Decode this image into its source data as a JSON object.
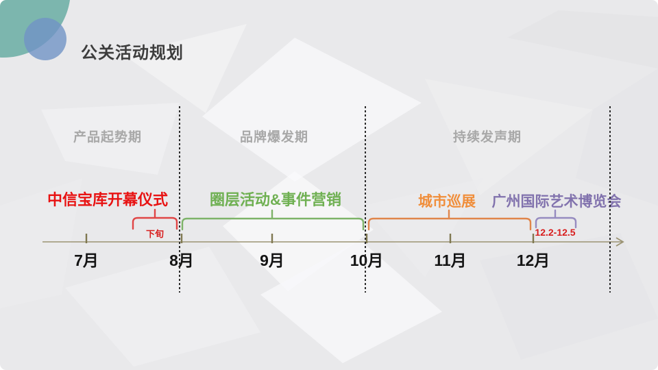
{
  "title": "公关活动规划",
  "phases": [
    {
      "label": "产品起势期"
    },
    {
      "label": "品牌爆发期"
    },
    {
      "label": "持续发声期"
    }
  ],
  "events": [
    {
      "label": "中信宝库开幕仪式",
      "date_note": "下旬",
      "color": "#e81212"
    },
    {
      "label": "圈层活动&事件营销",
      "color": "#6fb052"
    },
    {
      "label": "城市巡展",
      "color": "#f08e3b"
    },
    {
      "label": "广州国际艺术博览会",
      "date_note": "12.2-12.5",
      "color": "#8172ad"
    }
  ],
  "timeline": {
    "months": [
      "7月",
      "8月",
      "9月",
      "10月",
      "11月",
      "12月"
    ]
  },
  "colors": {
    "phase_label": "#a8a8a8",
    "title_text": "#3d3d3d",
    "date_note_red": "#d81c1c",
    "timeline_line": "#9b9372",
    "timeline_tick": "#7f7850",
    "teal_circle": "#7cb6ae",
    "blue_circle": "#7094c5",
    "background": "#e9e9eb"
  }
}
